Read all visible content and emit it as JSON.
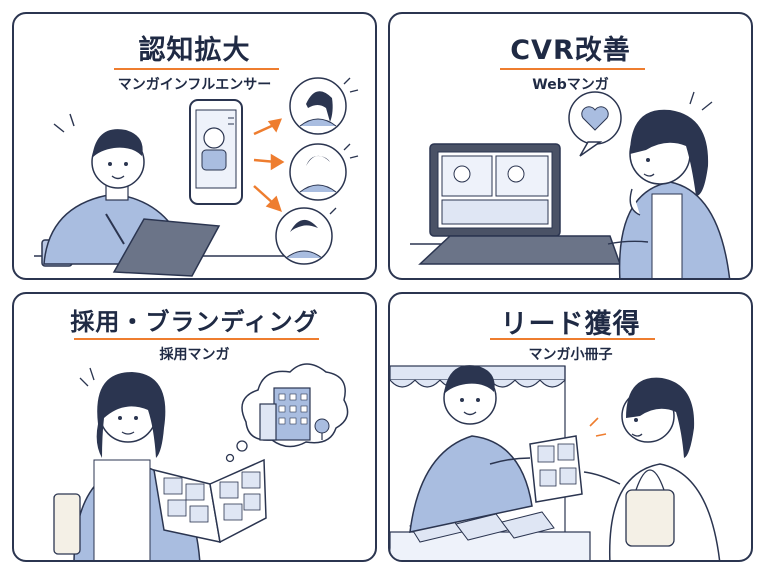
{
  "panels": [
    {
      "title": "認知拡大",
      "subtitle": "マンガインフルエンサー"
    },
    {
      "title": "CVR改善",
      "subtitle": "Webマンガ"
    },
    {
      "title": "採用・ブランディング",
      "subtitle": "採用マンガ"
    },
    {
      "title": "リード獲得",
      "subtitle": "マンガ小冊子"
    }
  ],
  "colors": {
    "border": "#2b3550",
    "accent": "#ee7d2f",
    "shirt": "#a9bde0",
    "ink": "#1f2a44"
  }
}
